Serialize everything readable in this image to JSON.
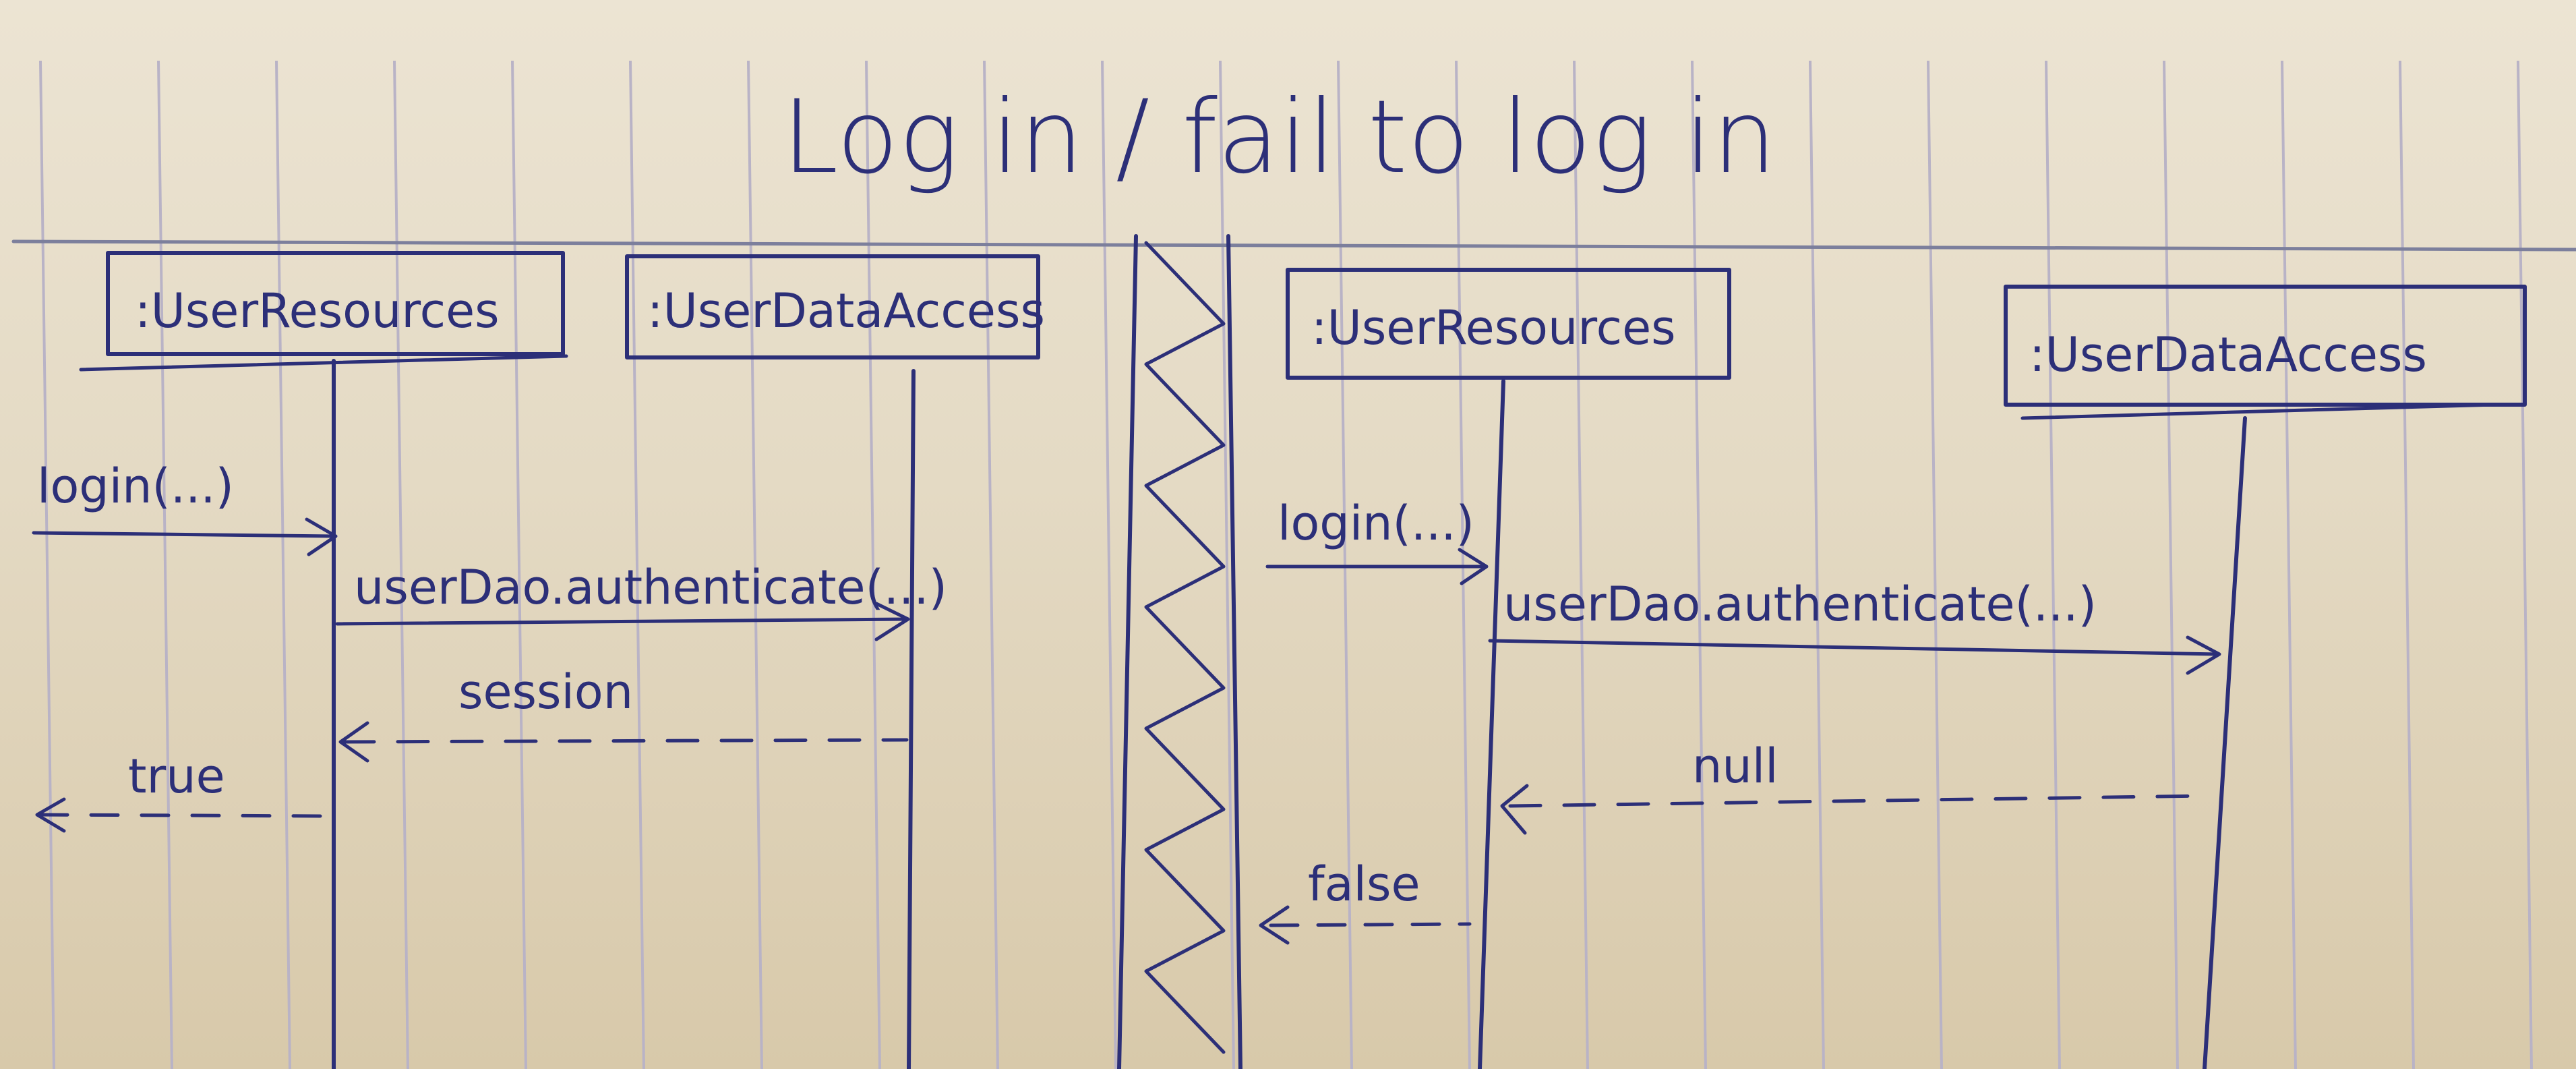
{
  "title": "Log in / fail to log in",
  "left": {
    "user_resources_label": ":UserResources",
    "user_data_access_label": ":UserDataAccess",
    "call_label": "login(...)",
    "authenticate_label": "userDao.authenticate(...)",
    "return_session_label": "session",
    "return_true_label": "true"
  },
  "right": {
    "user_resources_label": ":UserResources",
    "user_data_access_label": ":UserDataAccess",
    "call_label": "login(...)",
    "authenticate_label": "userDao.authenticate(...)",
    "return_null_label": "null",
    "return_false_label": "false"
  },
  "colors": {
    "ink": "#2c2f78",
    "paper": "#e6dcc6",
    "rule_lines": "#b8b2c8"
  }
}
